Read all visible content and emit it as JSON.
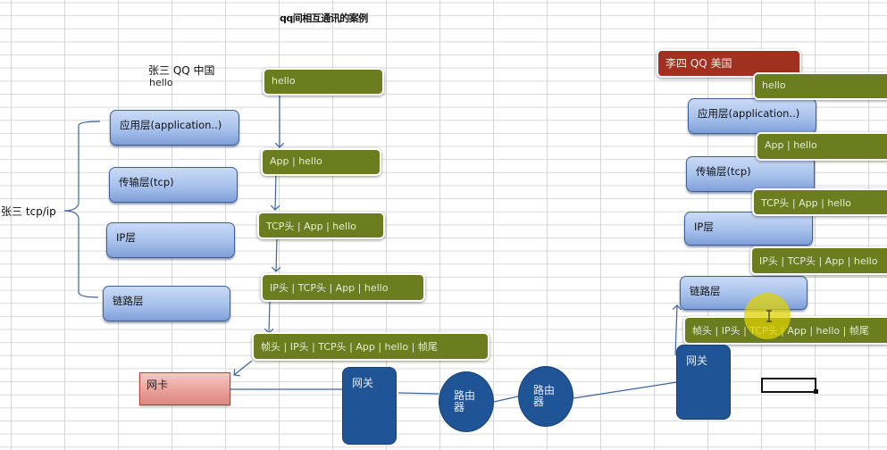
{
  "title": "qq间相互通讯的案例",
  "sender": {
    "heading": "张三  QQ  中国",
    "message": "hello",
    "stack_label": "张三 tcp/ip",
    "layers": [
      "应用层(application..)",
      "传输层(tcp)",
      "IP层",
      "链路层"
    ],
    "packets": [
      "hello",
      "App |   hello",
      "TCP头 | App |   hello",
      "IP头 | TCP头 | App |   hello",
      "帧头 | IP头 | TCP头 | App |   hello | 帧尾"
    ],
    "nic_label": "网卡",
    "gateway_label": "网关"
  },
  "network": {
    "routers": [
      "路由器",
      "路由器"
    ]
  },
  "receiver": {
    "heading": "李四 QQ  美国",
    "layers": [
      "应用层(application..)",
      "传输层(tcp)",
      "IP层",
      "链路层"
    ],
    "packets": [
      "hello",
      "App |   hello",
      "TCP头 | App |   hello",
      "IP头 | TCP头 | App |   hello",
      "帧头 | IP头 | TCP头 | App |   hello | 帧尾"
    ],
    "gateway_label": "网关"
  },
  "colors": {
    "packet_green": "#6b7d1e",
    "layer_blue": "#a7c1ec",
    "gateway_blue": "#1f5496",
    "receiver_red": "#a0301f",
    "nic_pink": "#e99d96",
    "connector": "#3e64a0"
  }
}
